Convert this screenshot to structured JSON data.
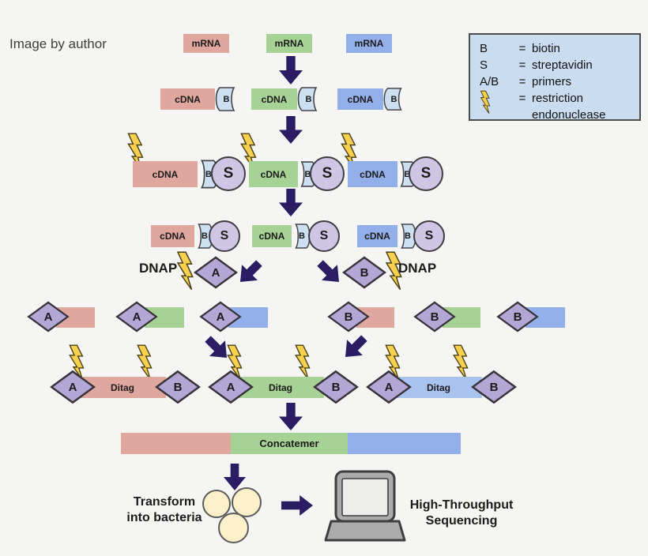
{
  "watermark": "Image by author",
  "legend": {
    "rows": [
      {
        "symbol": "B",
        "eq": "=",
        "label": "biotin"
      },
      {
        "symbol": "S",
        "eq": "=",
        "label": "streptavidin"
      },
      {
        "symbol": "A/B",
        "eq": "=",
        "label": "primers"
      },
      {
        "symbol_icon": "restriction-bolt-icon",
        "eq": "=",
        "label_line1": "restriction",
        "label_line2": "endonuclease"
      }
    ]
  },
  "labels": {
    "mrna": "mRNA",
    "cdna": "cDNA",
    "biotin": "B",
    "streptavidin": "S",
    "dnap": "DNAP",
    "primer_a": "A",
    "primer_b": "B",
    "ditag": "Ditag",
    "concatemer": "Concatemer",
    "transform_line1": "Transform",
    "transform_line2": "into bacteria",
    "sequencing_line1": "High-Throughput",
    "sequencing_line2": "Sequencing"
  },
  "colors": {
    "bg": "#f5f5f3",
    "pink": "#dfa79e",
    "green": "#a6d295",
    "blue": "#93afe9",
    "blue-light": "#a9c3f1",
    "lavender": "#b3a7d6",
    "lavender-light": "#cfc5e5",
    "tag-blue": "#cde0f2",
    "navy": "#2a1d63",
    "bolt-yellow": "#f7d04f",
    "bolt-outline": "#4a4116",
    "legend-bg": "#c9dcf0",
    "outline": "#3e3e42",
    "laptop-gray": "#ababab",
    "laptop-screen": "#ececea",
    "bacteria-cream": "#fbf0ca",
    "text": "#1b1b1b"
  }
}
